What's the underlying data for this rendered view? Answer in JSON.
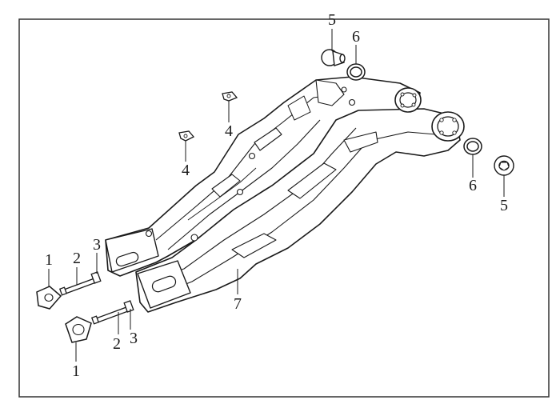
{
  "diagram": {
    "callouts": [
      "1",
      "2",
      "3",
      "1",
      "2",
      "3",
      "4",
      "4",
      "5",
      "6",
      "5",
      "6",
      "7"
    ],
    "parts": [
      "flange-nut",
      "adjuster-bolt",
      "lock-nut",
      "flange-nut",
      "adjuster-bolt",
      "lock-nut",
      "clip-nut",
      "clip-nut",
      "pivot-bolt",
      "pivot-washer",
      "pivot-bolt",
      "pivot-washer",
      "swingarm"
    ],
    "line_color": "#1a1a1a",
    "border_color": "#333333"
  }
}
